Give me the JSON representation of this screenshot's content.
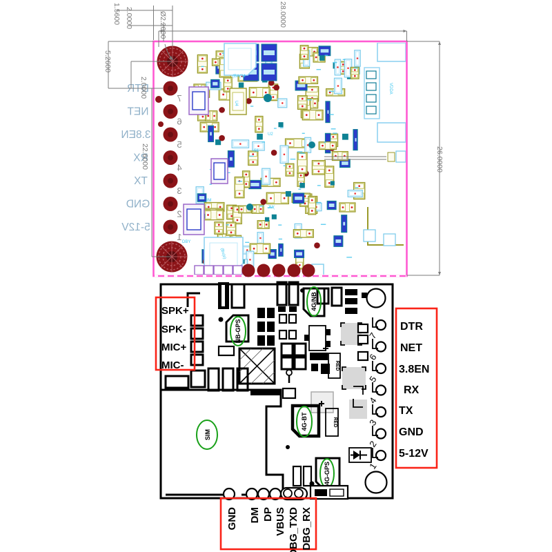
{
  "top_view": {
    "dims": {
      "w28": "28.0000",
      "h26": "26.0000",
      "h22": "22.6000",
      "d156": "1.5600",
      "d200a": "2.0000",
      "d526": "5.2600",
      "d200b": "2.0000",
      "dia": "Ø2.2000"
    },
    "pin_labels": [
      "DTR",
      "NET",
      "3.8EN",
      "RX",
      "TX",
      "GND",
      "5-12V"
    ],
    "pin_numbers": [
      "7",
      "6",
      "5",
      "4",
      "3",
      "2",
      "1"
    ],
    "silk": {
      "s1": "(BA(34",
      "s2": "U4",
      "s3": "U2",
      "s4": "VDDA",
      "s5": "3M",
      "s6": "S1",
      "s7": "JM(",
      "s8": "(Bx(e)",
      "s9": "DBY"
    }
  },
  "bottom_view": {
    "right_box": {
      "labels": [
        "DTR",
        "NET",
        "3.8EN",
        "RX",
        "TX",
        "GND",
        "5-12V"
      ]
    },
    "pad_numbers": [
      "7",
      "6",
      "5",
      "4",
      "3",
      "2",
      "1"
    ],
    "audio_box": {
      "labels": [
        "SPK+",
        "SPK-",
        "MIC+",
        "MIC-"
      ]
    },
    "usb_box": {
      "labels": [
        "GND",
        "DM",
        "DP",
        "VBUS",
        "DBG_TXD",
        "DBG_RX"
      ]
    },
    "modules": {
      "m1": "4G/NB",
      "m2": "NB-GPS",
      "m3": "4G-BT",
      "m4": "4G-GPS",
      "m5": "SIM"
    },
    "red_label": "RED"
  },
  "colors": {
    "annotation_red": "#fa2418",
    "pcb_border_pink": "#ff5ad2",
    "pad_dark_red": "#8c1418",
    "silk_cyan": "#3ec7f0",
    "module_green": "#18a018"
  }
}
